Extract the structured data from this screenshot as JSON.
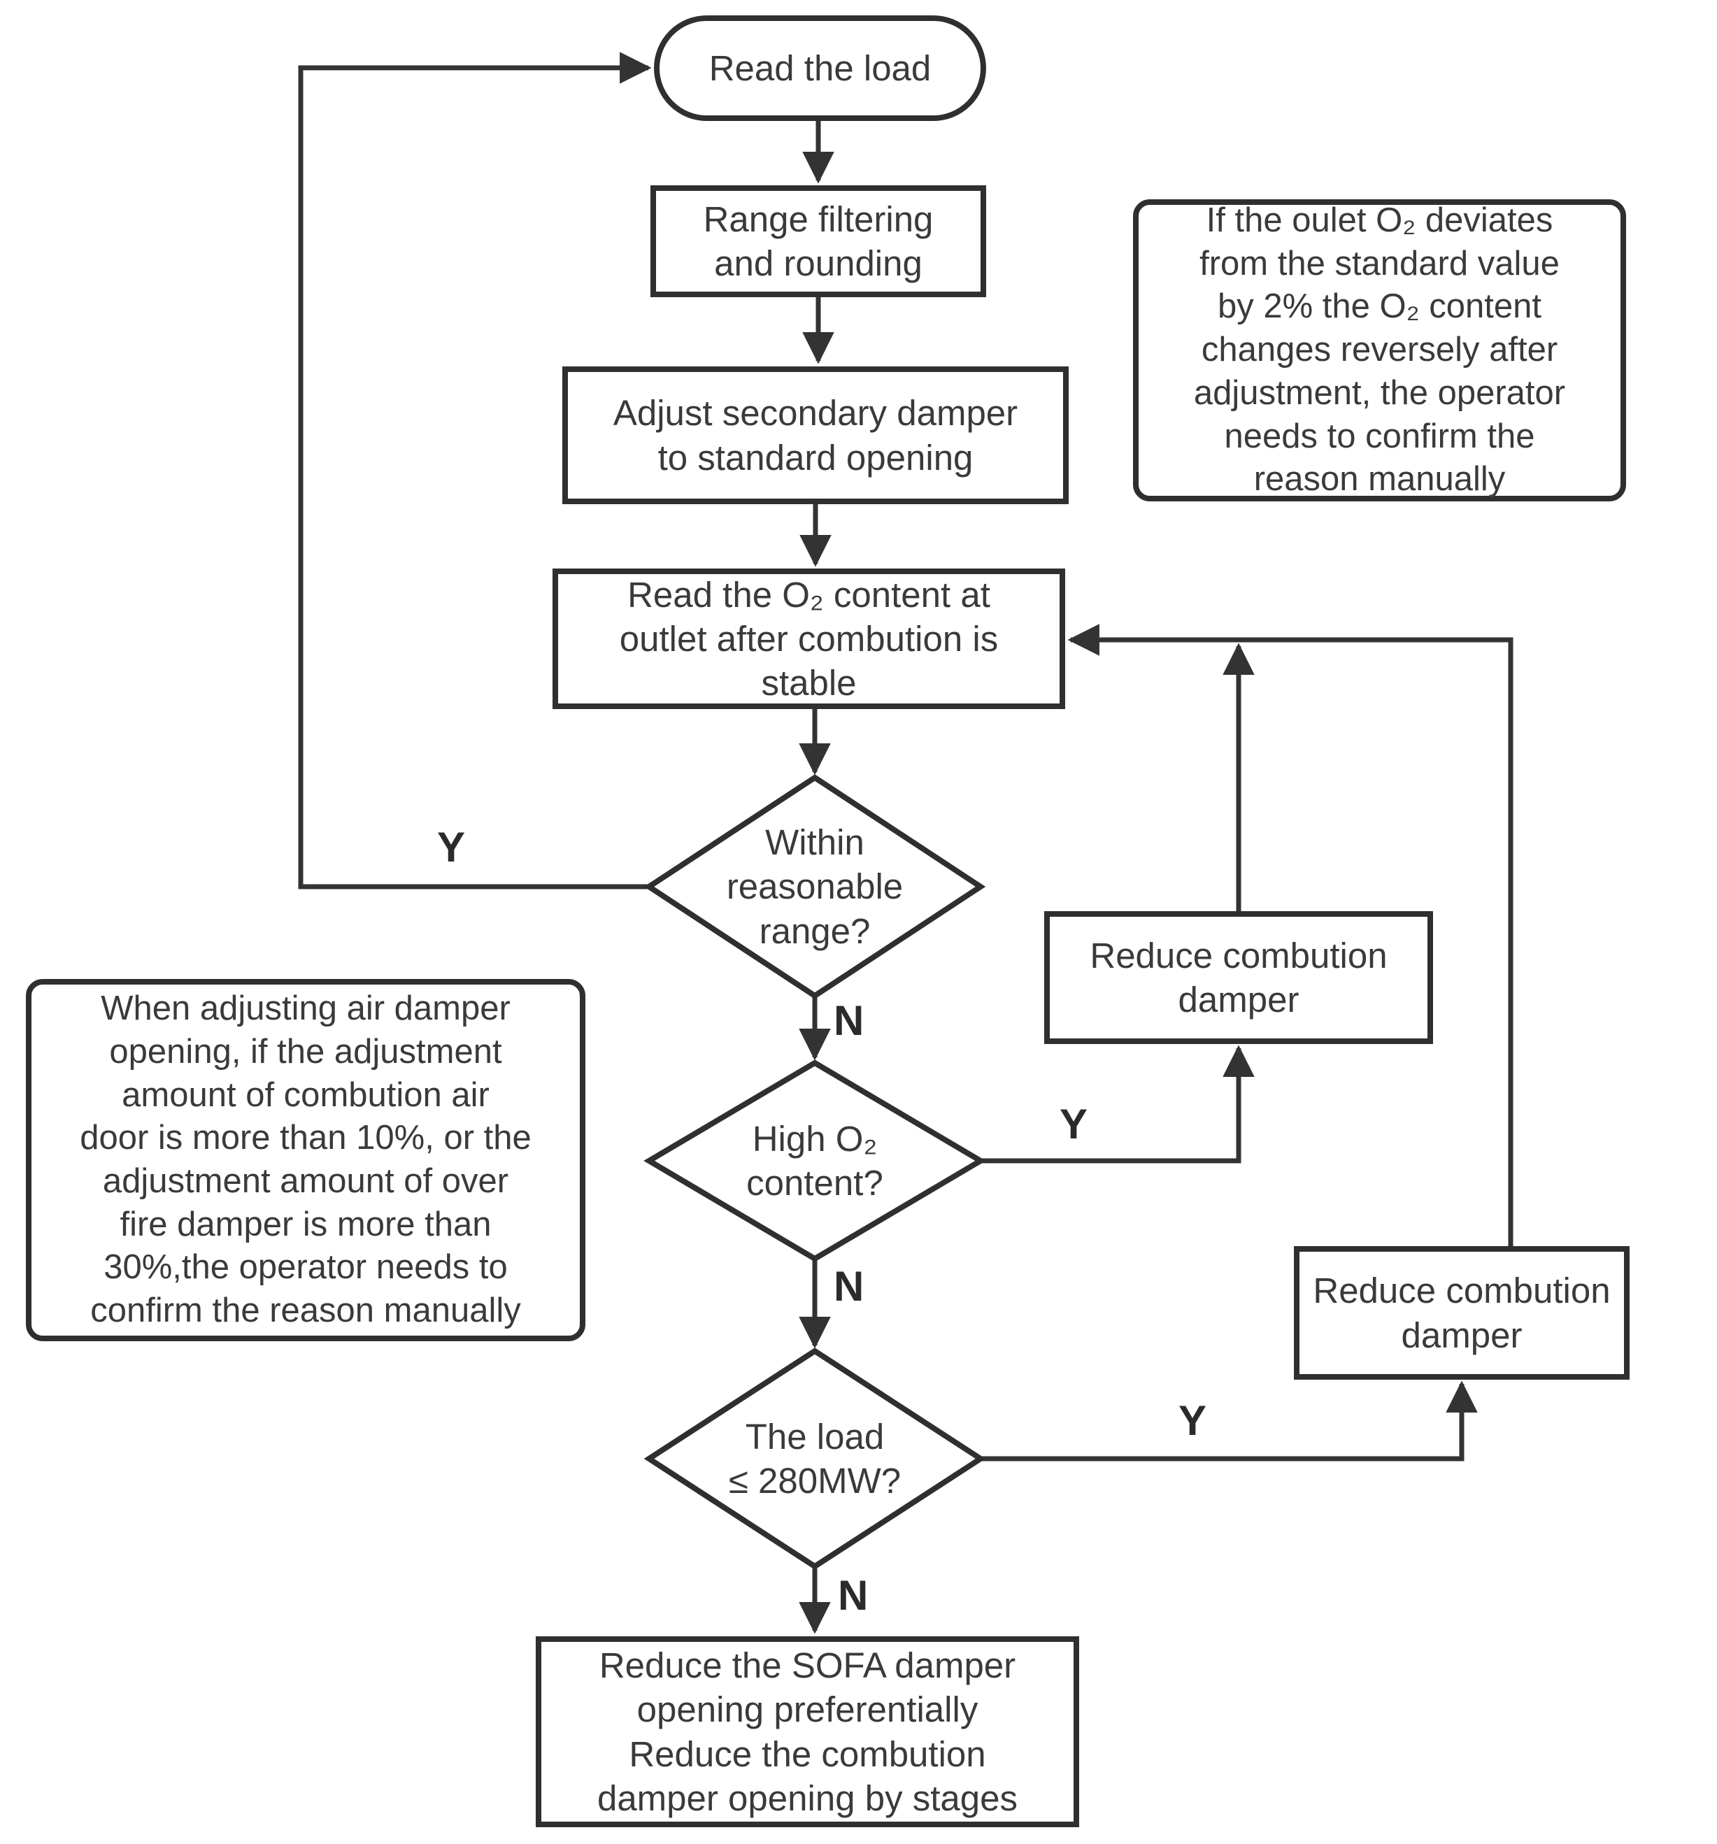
{
  "colors": {
    "line": "#333333",
    "border": "#2f2f2f",
    "text": "#3a3a3a",
    "background": "#ffffff"
  },
  "nodes": {
    "start": {
      "label": "Read the load"
    },
    "range_filtering": {
      "label": "Range filtering\nand rounding"
    },
    "adjust_damper": {
      "label": "Adjust secondary damper\nto standard opening"
    },
    "read_o2": {
      "label": "Read the O₂ content at\noutlet after combution is\nstable"
    },
    "within_range": {
      "label": "Within\nreasonable\nrange?"
    },
    "high_o2": {
      "label": "High O₂\ncontent?"
    },
    "load_check": {
      "label": "The load\n≤ 280MW?"
    },
    "reduce_combution_upper": {
      "label": "Reduce combution\ndamper"
    },
    "reduce_combution_lower": {
      "label": "Reduce combution\ndamper"
    },
    "reduce_sofa": {
      "label": "Reduce the SOFA damper\nopening preferentially\nReduce the combution\ndamper opening by stages"
    }
  },
  "branch_labels": {
    "yes": "Y",
    "no": "N"
  },
  "annotations": {
    "o2_note": "If the oulet O₂ deviates\nfrom the standard value\nby 2% the O₂ content\nchanges reversely after\nadjustment, the operator\nneeds to confirm the\nreason manually",
    "damper_note": "When adjusting air damper\nopening, if the adjustment\namount of combution air\ndoor is more than 10%, or the\nadjustment amount of over\nfire damper is more than\n30%,the operator needs to\nconfirm the reason manually"
  }
}
